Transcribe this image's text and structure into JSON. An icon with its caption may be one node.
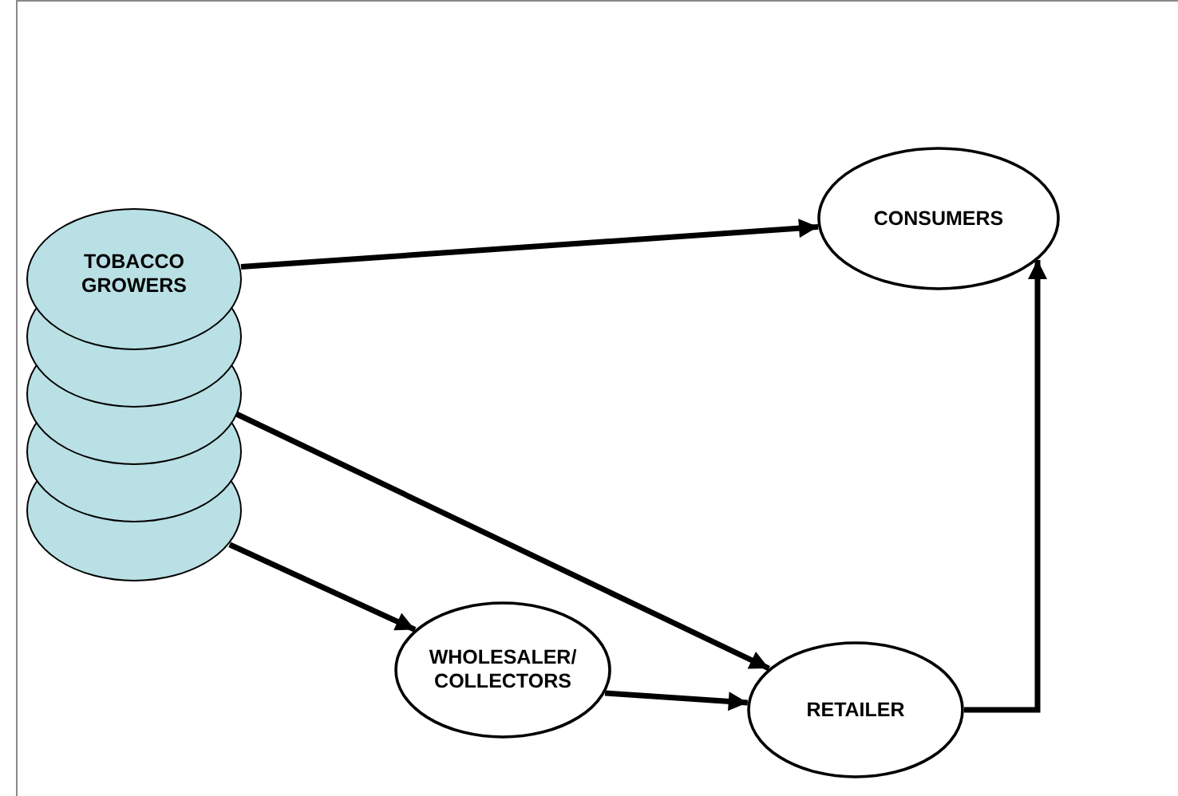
{
  "diagram": {
    "nodes": [
      {
        "text": [
          "TOBACCO GROWERS"
        ]
      },
      {
        "text": [
          "CONSUMERS"
        ]
      },
      {
        "text": [
          "WHOLESALER/ COLLECTORS"
        ]
      },
      {
        "text": [
          "RETAILER"
        ]
      }
    ],
    "edges": [
      {
        "from": 0,
        "to": 1,
        "arrow": "to"
      },
      {
        "from": 0,
        "to": 3,
        "arrow": "to"
      },
      {
        "from": 0,
        "to": 2,
        "arrow": "to"
      },
      {
        "from": 2,
        "to": 3,
        "arrow": "to"
      },
      {
        "from": 3,
        "to": 1,
        "arrow": "to"
      }
    ]
  }
}
